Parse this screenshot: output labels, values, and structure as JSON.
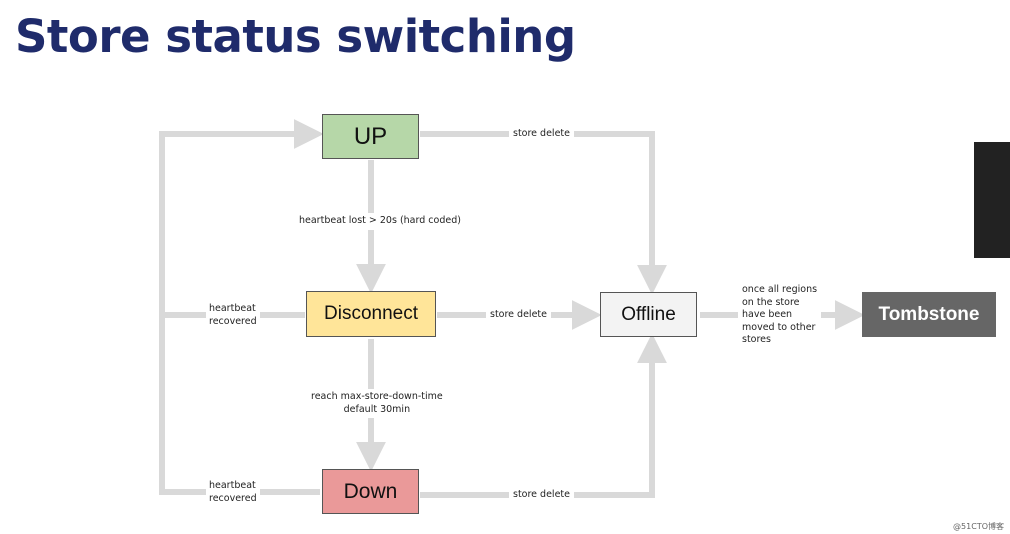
{
  "title": "Store status switching",
  "colors": {
    "title": "#1f2b6b",
    "connector": "#d9d9d9",
    "up": "#b6d7a8",
    "disconnect": "#ffe599",
    "down": "#ea9999",
    "offline": "#f3f3f3",
    "tombstone": "#666666"
  },
  "nodes": {
    "up": "UP",
    "disconnect": "Disconnect",
    "down": "Down",
    "offline": "Offline",
    "tombstone": "Tombstone"
  },
  "edges": {
    "up_delete": "store delete",
    "heartbeat_lost": "heartbeat lost > 20s (hard coded)",
    "disconnect_delete": "store delete",
    "disconnect_recovered": [
      "heartbeat",
      "recovered"
    ],
    "max_down_time": [
      "reach max-store-down-time",
      "default 30min"
    ],
    "down_recovered": [
      "heartbeat",
      "recovered"
    ],
    "down_delete": "store delete",
    "to_tombstone": [
      "once all regions",
      "on the store",
      "have been",
      "moved to other",
      "stores"
    ]
  },
  "watermark": "@51CTO博客"
}
